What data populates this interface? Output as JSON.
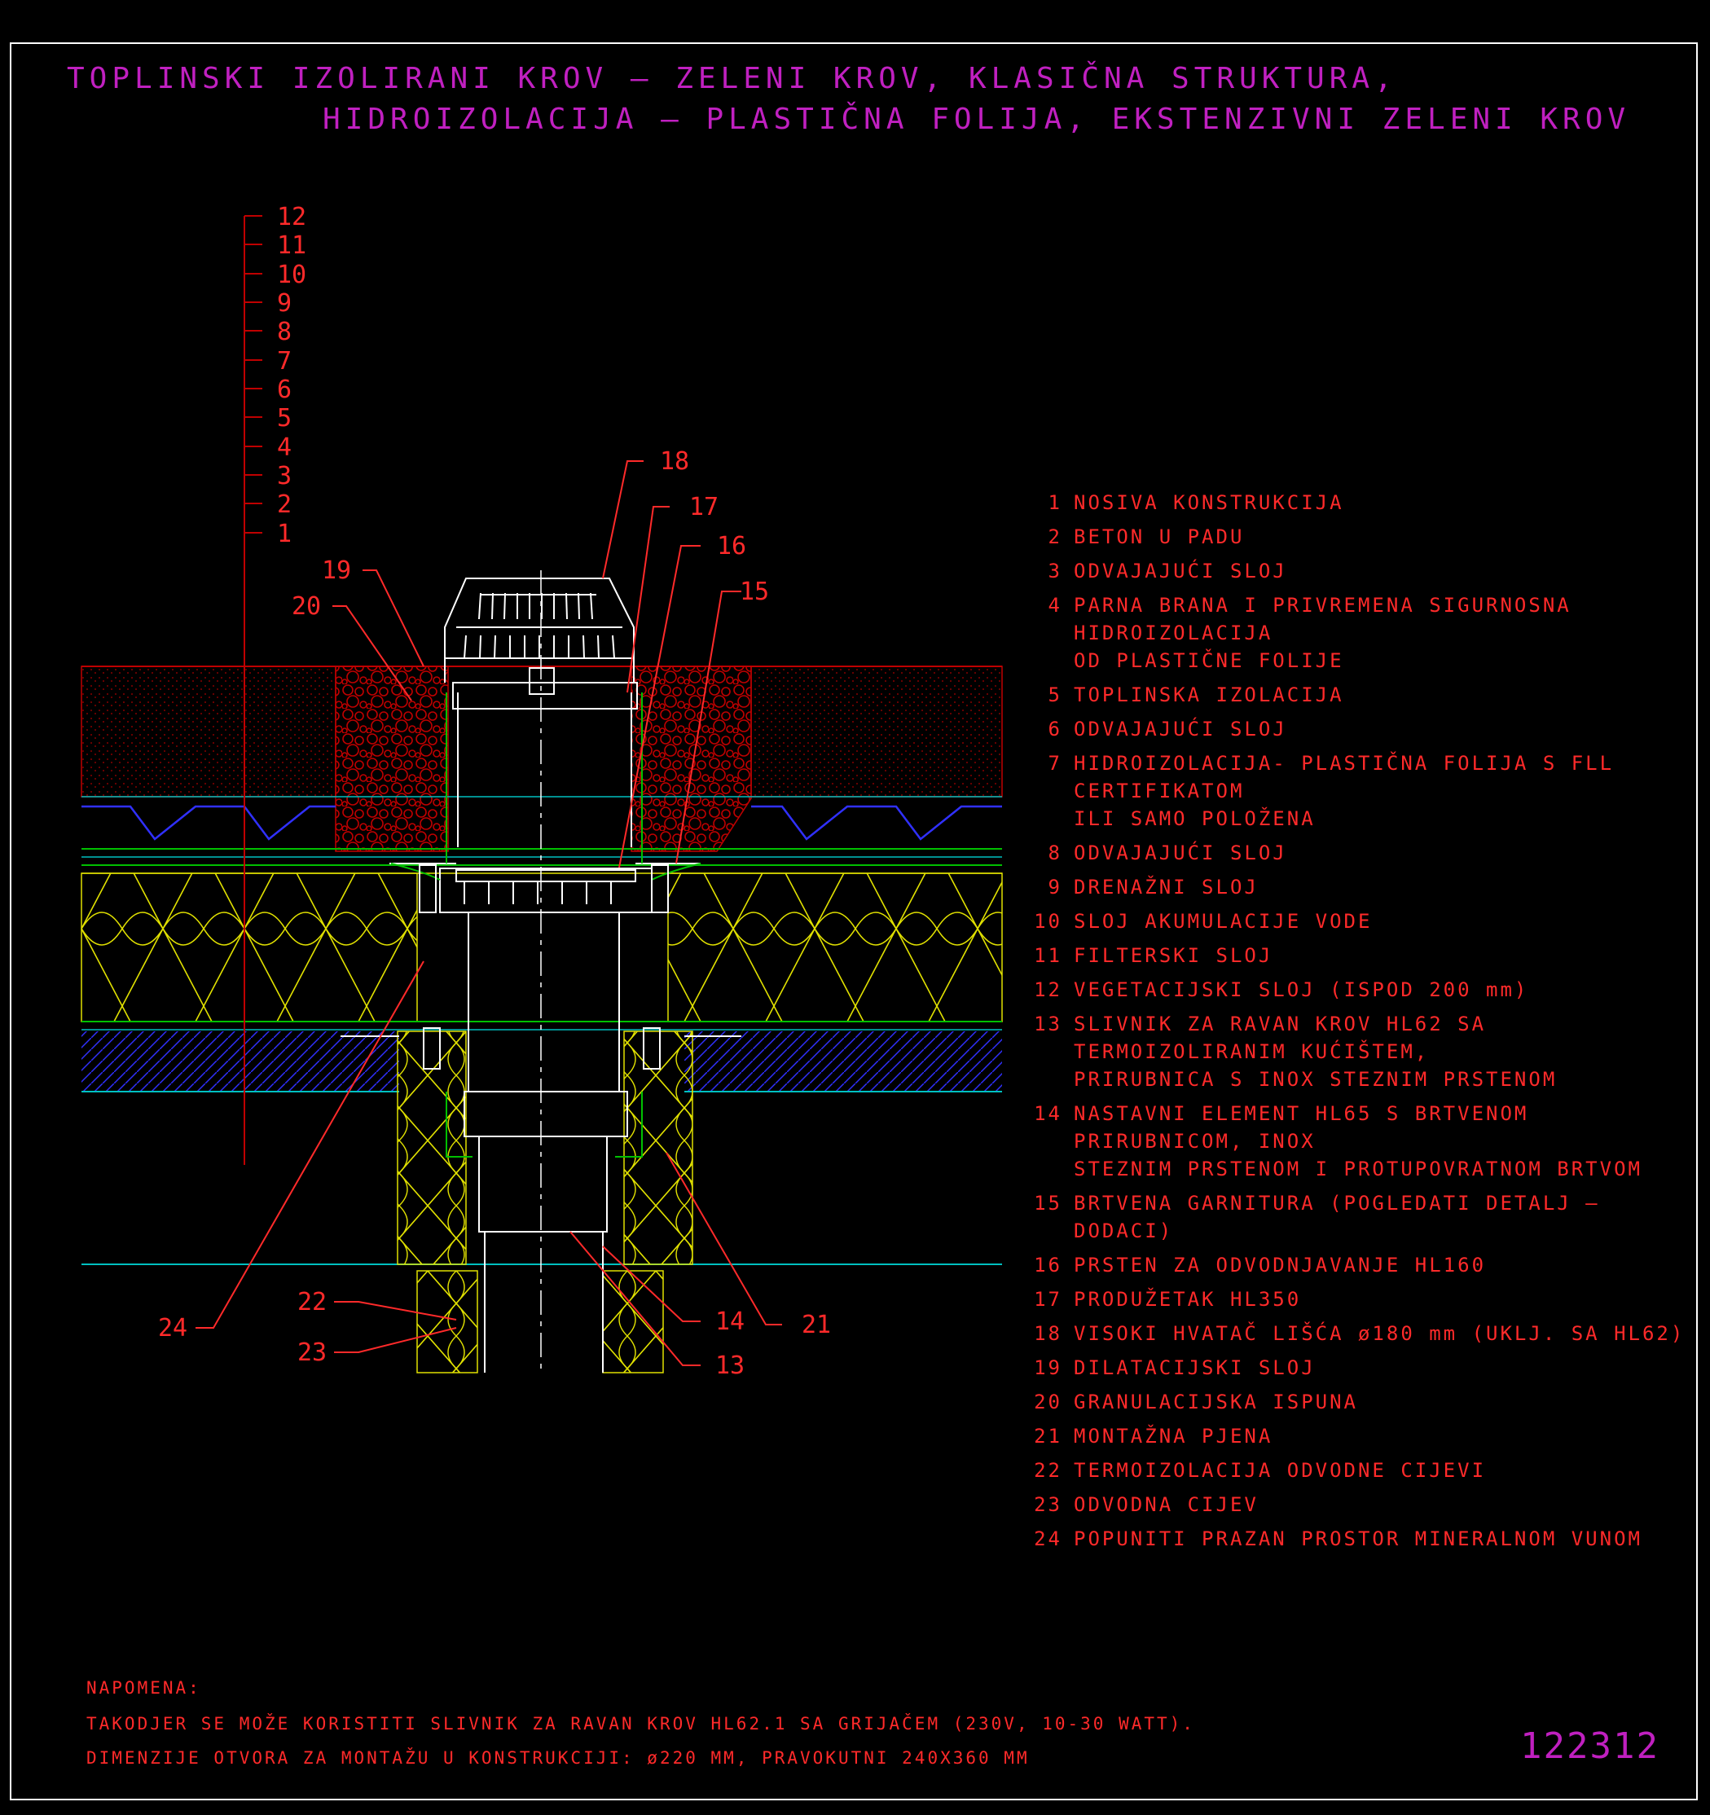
{
  "title": {
    "line1": "TOPLINSKI IZOLIRANI KROV – ZELENI KROV, KLASIČNA STRUKTURA,",
    "line2": "HIDROIZOLACIJA – PLASTIČNA FOLIJA, EKSTENZIVNI ZELENI KROV"
  },
  "layer_scale": [
    "12",
    "11",
    "10",
    "9",
    "8",
    "7",
    "6",
    "5",
    "4",
    "3",
    "2",
    "1"
  ],
  "callouts": {
    "c13": "13",
    "c14": "14",
    "c15": "15",
    "c16": "16",
    "c17": "17",
    "c18": "18",
    "c19": "19",
    "c20": "20",
    "c21": "21",
    "c22": "22",
    "c23": "23",
    "c24": "24"
  },
  "legend": [
    {
      "num": "1",
      "text": "NOSIVA KONSTRUKCIJA"
    },
    {
      "num": "2",
      "text": "BETON U PADU"
    },
    {
      "num": "3",
      "text": "ODVAJAJUĆI SLOJ"
    },
    {
      "num": "4",
      "text": "PARNA BRANA I PRIVREMENA SIGURNOSNA HIDROIZOLACIJA\nOD PLASTIČNE FOLIJE"
    },
    {
      "num": "5",
      "text": "TOPLINSKA IZOLACIJA"
    },
    {
      "num": "6",
      "text": "ODVAJAJUĆI SLOJ"
    },
    {
      "num": "7",
      "text": "HIDROIZOLACIJA- PLASTIČNA FOLIJA S FLL CERTIFIKATOM\nILI SAMO POLOŽENA"
    },
    {
      "num": "8",
      "text": "ODVAJAJUĆI SLOJ"
    },
    {
      "num": "9",
      "text": "DRENAŽNI SLOJ"
    },
    {
      "num": "10",
      "text": "SLOJ AKUMULACIJE VODE"
    },
    {
      "num": "11",
      "text": "FILTERSKI SLOJ"
    },
    {
      "num": "12",
      "text": "VEGETACIJSKI SLOJ (ISPOD 200 mm)"
    },
    {
      "num": "13",
      "text": "SLIVNIK ZA RAVAN KROV HL62 SA TERMOIZOLIRANIM KUĆIŠTEM,\nPRIRUBNICA S INOX STEZNIM PRSTENOM"
    },
    {
      "num": "14",
      "text": "NASTAVNI ELEMENT HL65 S BRTVENOM PRIRUBNICOM, INOX\nSTEZNIM PRSTENOM I PROTUPOVRATNOM BRTVOM"
    },
    {
      "num": "15",
      "text": "BRTVENA GARNITURA (POGLEDATI DETALJ – DODACI)"
    },
    {
      "num": "16",
      "text": "PRSTEN ZA ODVODNJAVANJE HL160"
    },
    {
      "num": "17",
      "text": "PRODUŽETAK HL350"
    },
    {
      "num": "18",
      "text": "VISOKI HVATAČ LIŠĆA ø180 mm (UKLJ. SA HL62)"
    },
    {
      "num": "19",
      "text": "DILATACIJSKI SLOJ"
    },
    {
      "num": "20",
      "text": "GRANULACIJSKA ISPUNA"
    },
    {
      "num": "21",
      "text": "MONTAŽNA PJENA"
    },
    {
      "num": "22",
      "text": "TERMOIZOLACIJA ODVODNE CIJEVI"
    },
    {
      "num": "23",
      "text": "ODVODNA CIJEV"
    },
    {
      "num": "24",
      "text": "POPUNITI PRAZAN PROSTOR MINERALNOM VUNOM"
    }
  ],
  "note": {
    "heading": "NAPOMENA:",
    "line1": "TAKODJER SE MOŽE KORISTITI SLIVNIK ZA RAVAN KROV HL62.1 SA GRIJAČEM (230V, 10-30 WATT).",
    "line2": "DIMENZIJE OTVORA ZA MONTAŽU U KONSTRUKCIJI: ø220 MM, PRAVOKUTNI 240X360 MM"
  },
  "drawing_number": "122312",
  "colors": {
    "title": "#c020c0",
    "text": "#ff2a2a",
    "insulation": "#e0e000",
    "gravel": "#c00000",
    "membrane": "#00c000",
    "drainage": "#3030ff",
    "concrete_line": "#00c0c0",
    "frame": "#ffffff"
  }
}
